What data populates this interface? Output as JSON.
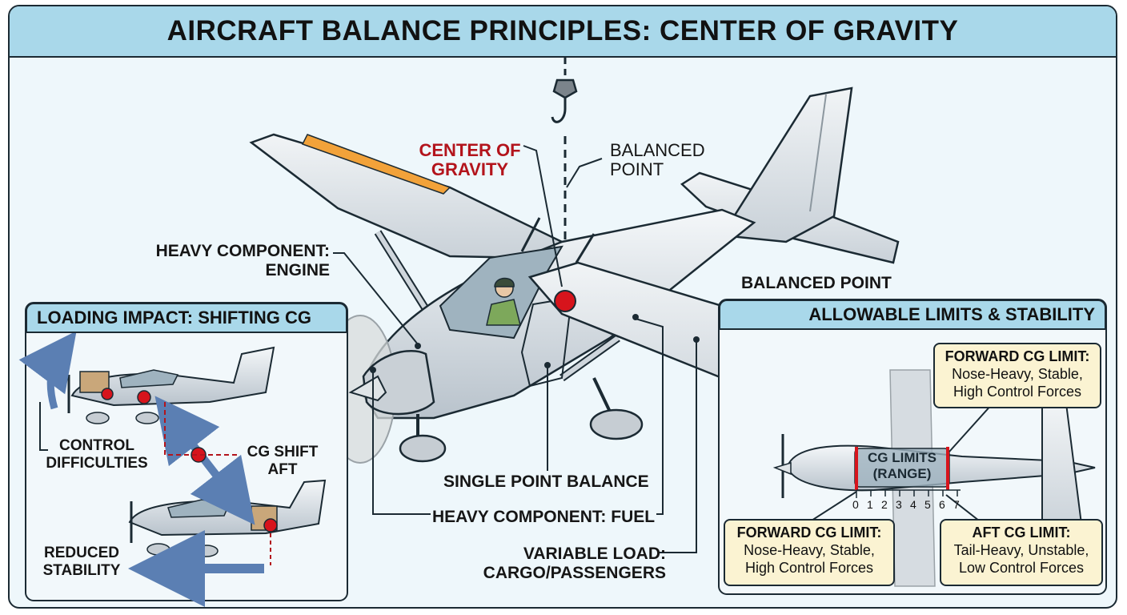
{
  "title": "AIRCRAFT BALANCE PRINCIPLES: CENTER OF GRAVITY",
  "main": {
    "center_of_gravity": [
      "CENTER OF",
      "GRAVITY"
    ],
    "balanced_point_top": [
      "BALANCED",
      "POINT"
    ],
    "heavy_engine": [
      "HEAVY COMPONENT:",
      "ENGINE"
    ],
    "balanced_point_right": "BALANCED POINT",
    "single_point": "SINGLE POINT BALANCE",
    "heavy_fuel": "HEAVY COMPONENT: FUEL",
    "variable_load": [
      "VARIABLE LOAD:",
      "CARGO/PASSENGERS"
    ]
  },
  "left_panel": {
    "title": "LOADING IMPACT: SHIFTING CG",
    "control_difficulties": [
      "CONTROL",
      "DIFFICULTIES"
    ],
    "cg_shift_aft": [
      "CG SHIFT",
      "AFT"
    ],
    "reduced_stability": [
      "REDUCED",
      "STABILITY"
    ]
  },
  "right_panel": {
    "title": "ALLOWABLE LIMITS & STABILITY",
    "cg_limits": [
      "CG LIMITS",
      "(RANGE)"
    ],
    "scale": [
      "0",
      "1",
      "2",
      "3",
      "4",
      "5",
      "6",
      "7"
    ],
    "note_top": {
      "head": "FORWARD CG LIMIT:",
      "lines": [
        "Nose-Heavy, Stable,",
        "High Control Forces"
      ]
    },
    "note_forward": {
      "head": "FORWARD CG LIMIT:",
      "lines": [
        "Nose-Heavy, Stable,",
        "High Control Forces"
      ]
    },
    "note_aft": {
      "head": "AFT CG LIMIT:",
      "lines": [
        "Tail-Heavy, Unstable,",
        "Low Control Forces"
      ]
    }
  },
  "colors": {
    "title_bar": "#a9d8ea",
    "background": "#eef7fb",
    "cg_dot": "#d7141c",
    "wing_stripe": "#f2a23a",
    "note_fill": "#fbf3d2",
    "arrow_blue": "#5b7fb3"
  }
}
